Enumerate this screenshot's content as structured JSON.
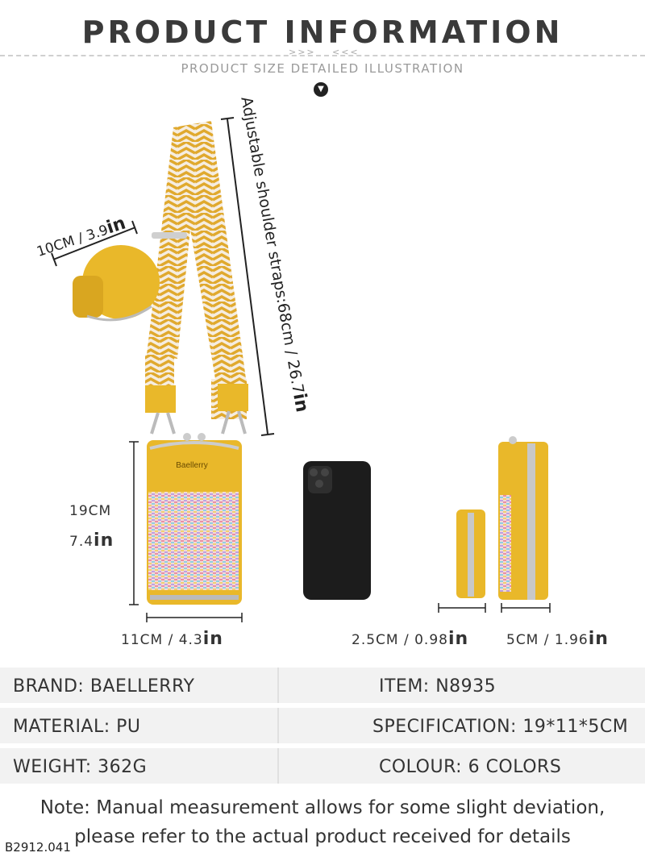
{
  "header": {
    "title": "PRODUCT INFORMATION",
    "arrows_right": ">>>",
    "arrows_left": "<<<",
    "subtitle": "PRODUCT SIZE DETAILED ILLUSTRATION",
    "down_icon": "chevron-down-icon"
  },
  "dimensions": {
    "strap_label": "Adjustable shoulder straps:68cm / 26.7",
    "strap_unit": "in",
    "pouch_label": "10CM / 3.9",
    "pouch_unit": "in",
    "height_cm": "19CM",
    "height_in": "7.4",
    "height_unit": "in",
    "width_label": "11CM  /  4.3",
    "width_unit": "in",
    "depth_small": "2.5CM / 0.98",
    "depth_small_unit": "in",
    "depth_large": "5CM / 1.96",
    "depth_large_unit": "in"
  },
  "specs": [
    {
      "left": "BRAND: BAELLERRY",
      "right": "ITEM: N8935"
    },
    {
      "left": "MATERIAL: PU",
      "right": "SPECIFICATION: 19*11*5CM"
    },
    {
      "left": "WEIGHT: 362G",
      "right": "COLOUR: 6 COLORS"
    }
  ],
  "note": {
    "line1": "Note: Manual measurement allows for some slight deviation,",
    "line2": "please refer to the actual product received for details"
  },
  "product_code": "B2912.041",
  "bag_brand_text": "Baellerry",
  "colors": {
    "bag_yellow": "#e9b82a",
    "strap_cream": "#f6ede0",
    "phone_black": "#1c1c1c"
  }
}
